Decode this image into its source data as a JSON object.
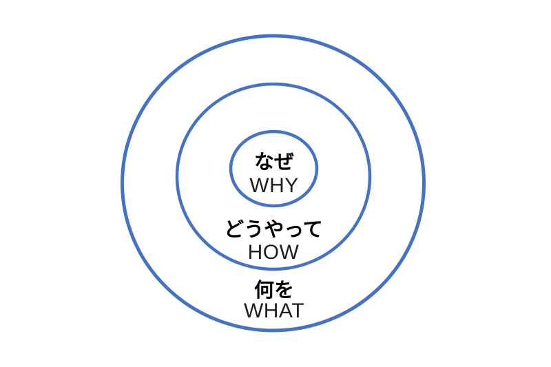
{
  "diagram": {
    "type": "golden-circle",
    "background_color": "#ffffff",
    "circle_stroke_color": "#4472c4",
    "jp_text_color": "#000000",
    "en_text_color": "#1f1f1f",
    "rings": [
      {
        "name": "why",
        "label_jp": "なぜ",
        "label_en": "WHY"
      },
      {
        "name": "how",
        "label_jp": "どうやって",
        "label_en": "HOW"
      },
      {
        "name": "what",
        "label_jp": "何を",
        "label_en": "WHAT"
      }
    ]
  }
}
